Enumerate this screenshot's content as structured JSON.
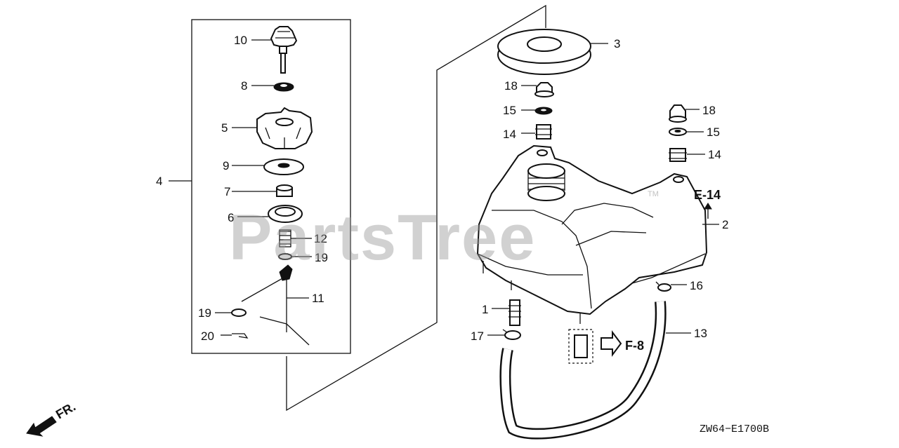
{
  "watermark": "PartsTree",
  "watermark_tm": "TM",
  "diagram_code": "ZW64−E1700B",
  "direction_label": "FR.",
  "refs": {
    "e14": "E-14",
    "f8": "F-8"
  },
  "callouts": {
    "p1": "1",
    "p2": "2",
    "p3": "3",
    "p4": "4",
    "p5": "5",
    "p6": "6",
    "p7": "7",
    "p8": "8",
    "p9": "9",
    "p10": "10",
    "p11": "11",
    "p12": "12",
    "p13": "13",
    "p14a": "14",
    "p14b": "14",
    "p15a": "15",
    "p15b": "15",
    "p16": "16",
    "p17": "17",
    "p18a": "18",
    "p18b": "18",
    "p19a": "19",
    "p19b": "19",
    "p20": "20"
  },
  "colors": {
    "line": "#111111",
    "watermark": "#9a9a9a",
    "background": "#ffffff"
  }
}
